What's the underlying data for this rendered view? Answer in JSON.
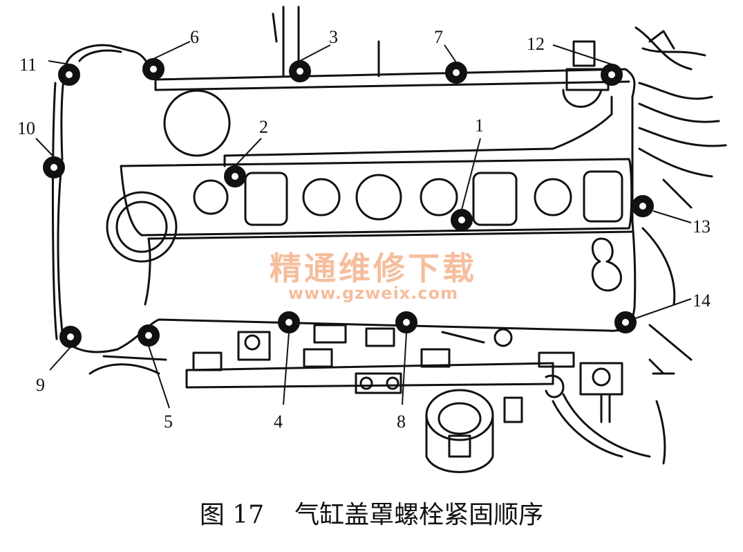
{
  "bolts": [
    {
      "label": "1"
    },
    {
      "label": "2"
    },
    {
      "label": "3"
    },
    {
      "label": "4"
    },
    {
      "label": "5"
    },
    {
      "label": "6"
    },
    {
      "label": "7"
    },
    {
      "label": "8"
    },
    {
      "label": "9"
    },
    {
      "label": "10"
    },
    {
      "label": "11"
    },
    {
      "label": "12"
    },
    {
      "label": "13"
    },
    {
      "label": "14"
    }
  ],
  "watermark": {
    "name": "精通维修下载",
    "url": "www.gzweix.com",
    "color": "#f4b38c"
  },
  "caption": {
    "figure": "图 17",
    "title": "气缸盖罩螺栓紧固顺序"
  }
}
